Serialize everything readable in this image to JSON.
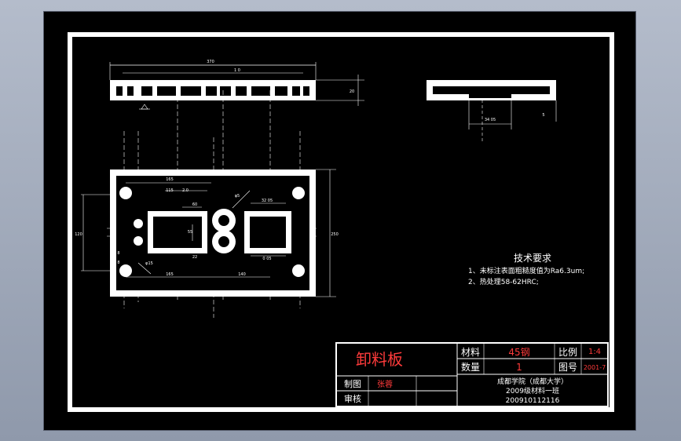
{
  "drawing": {
    "dims": {
      "top_overall": "370",
      "top_inner": "1 0",
      "top_height": "20",
      "side_width": "34 05",
      "right_side": "5",
      "front_height": "250",
      "front_left_h": "120",
      "d1": "165",
      "d2": "115",
      "d3": "2.0",
      "d4": "60",
      "d5": "55",
      "d6": "22",
      "d7": "165",
      "d8": "140",
      "d9": "32 05",
      "d10": "0 05",
      "d11": "8",
      "d12": "8",
      "d13": "φ15",
      "d14": "φ5"
    },
    "tech": {
      "title": "技术要求",
      "line1": "1、未标注表面粗糙度值为Ra6.3um;",
      "line2": "2、热处理58-62HRC;"
    },
    "title_block": {
      "part_name": "卸料板",
      "material_label": "材料",
      "material_value": "45钢",
      "scale_label": "比例",
      "scale_value": "1:4",
      "qty_label": "数量",
      "qty_value": "1",
      "drawing_no_label": "图号",
      "drawing_no_value": "2001-7",
      "drawn_label": "制图",
      "drawn_value": "张蓉",
      "review_label": "审核",
      "school": "成都学院（成都大学）",
      "class": "2009级材料一班",
      "student_id": "200910112116"
    }
  },
  "colors": {
    "background": "#000000",
    "lines": "#ffffff",
    "highlight": "#ff3b3b",
    "chrome": "#a8b0c0"
  }
}
